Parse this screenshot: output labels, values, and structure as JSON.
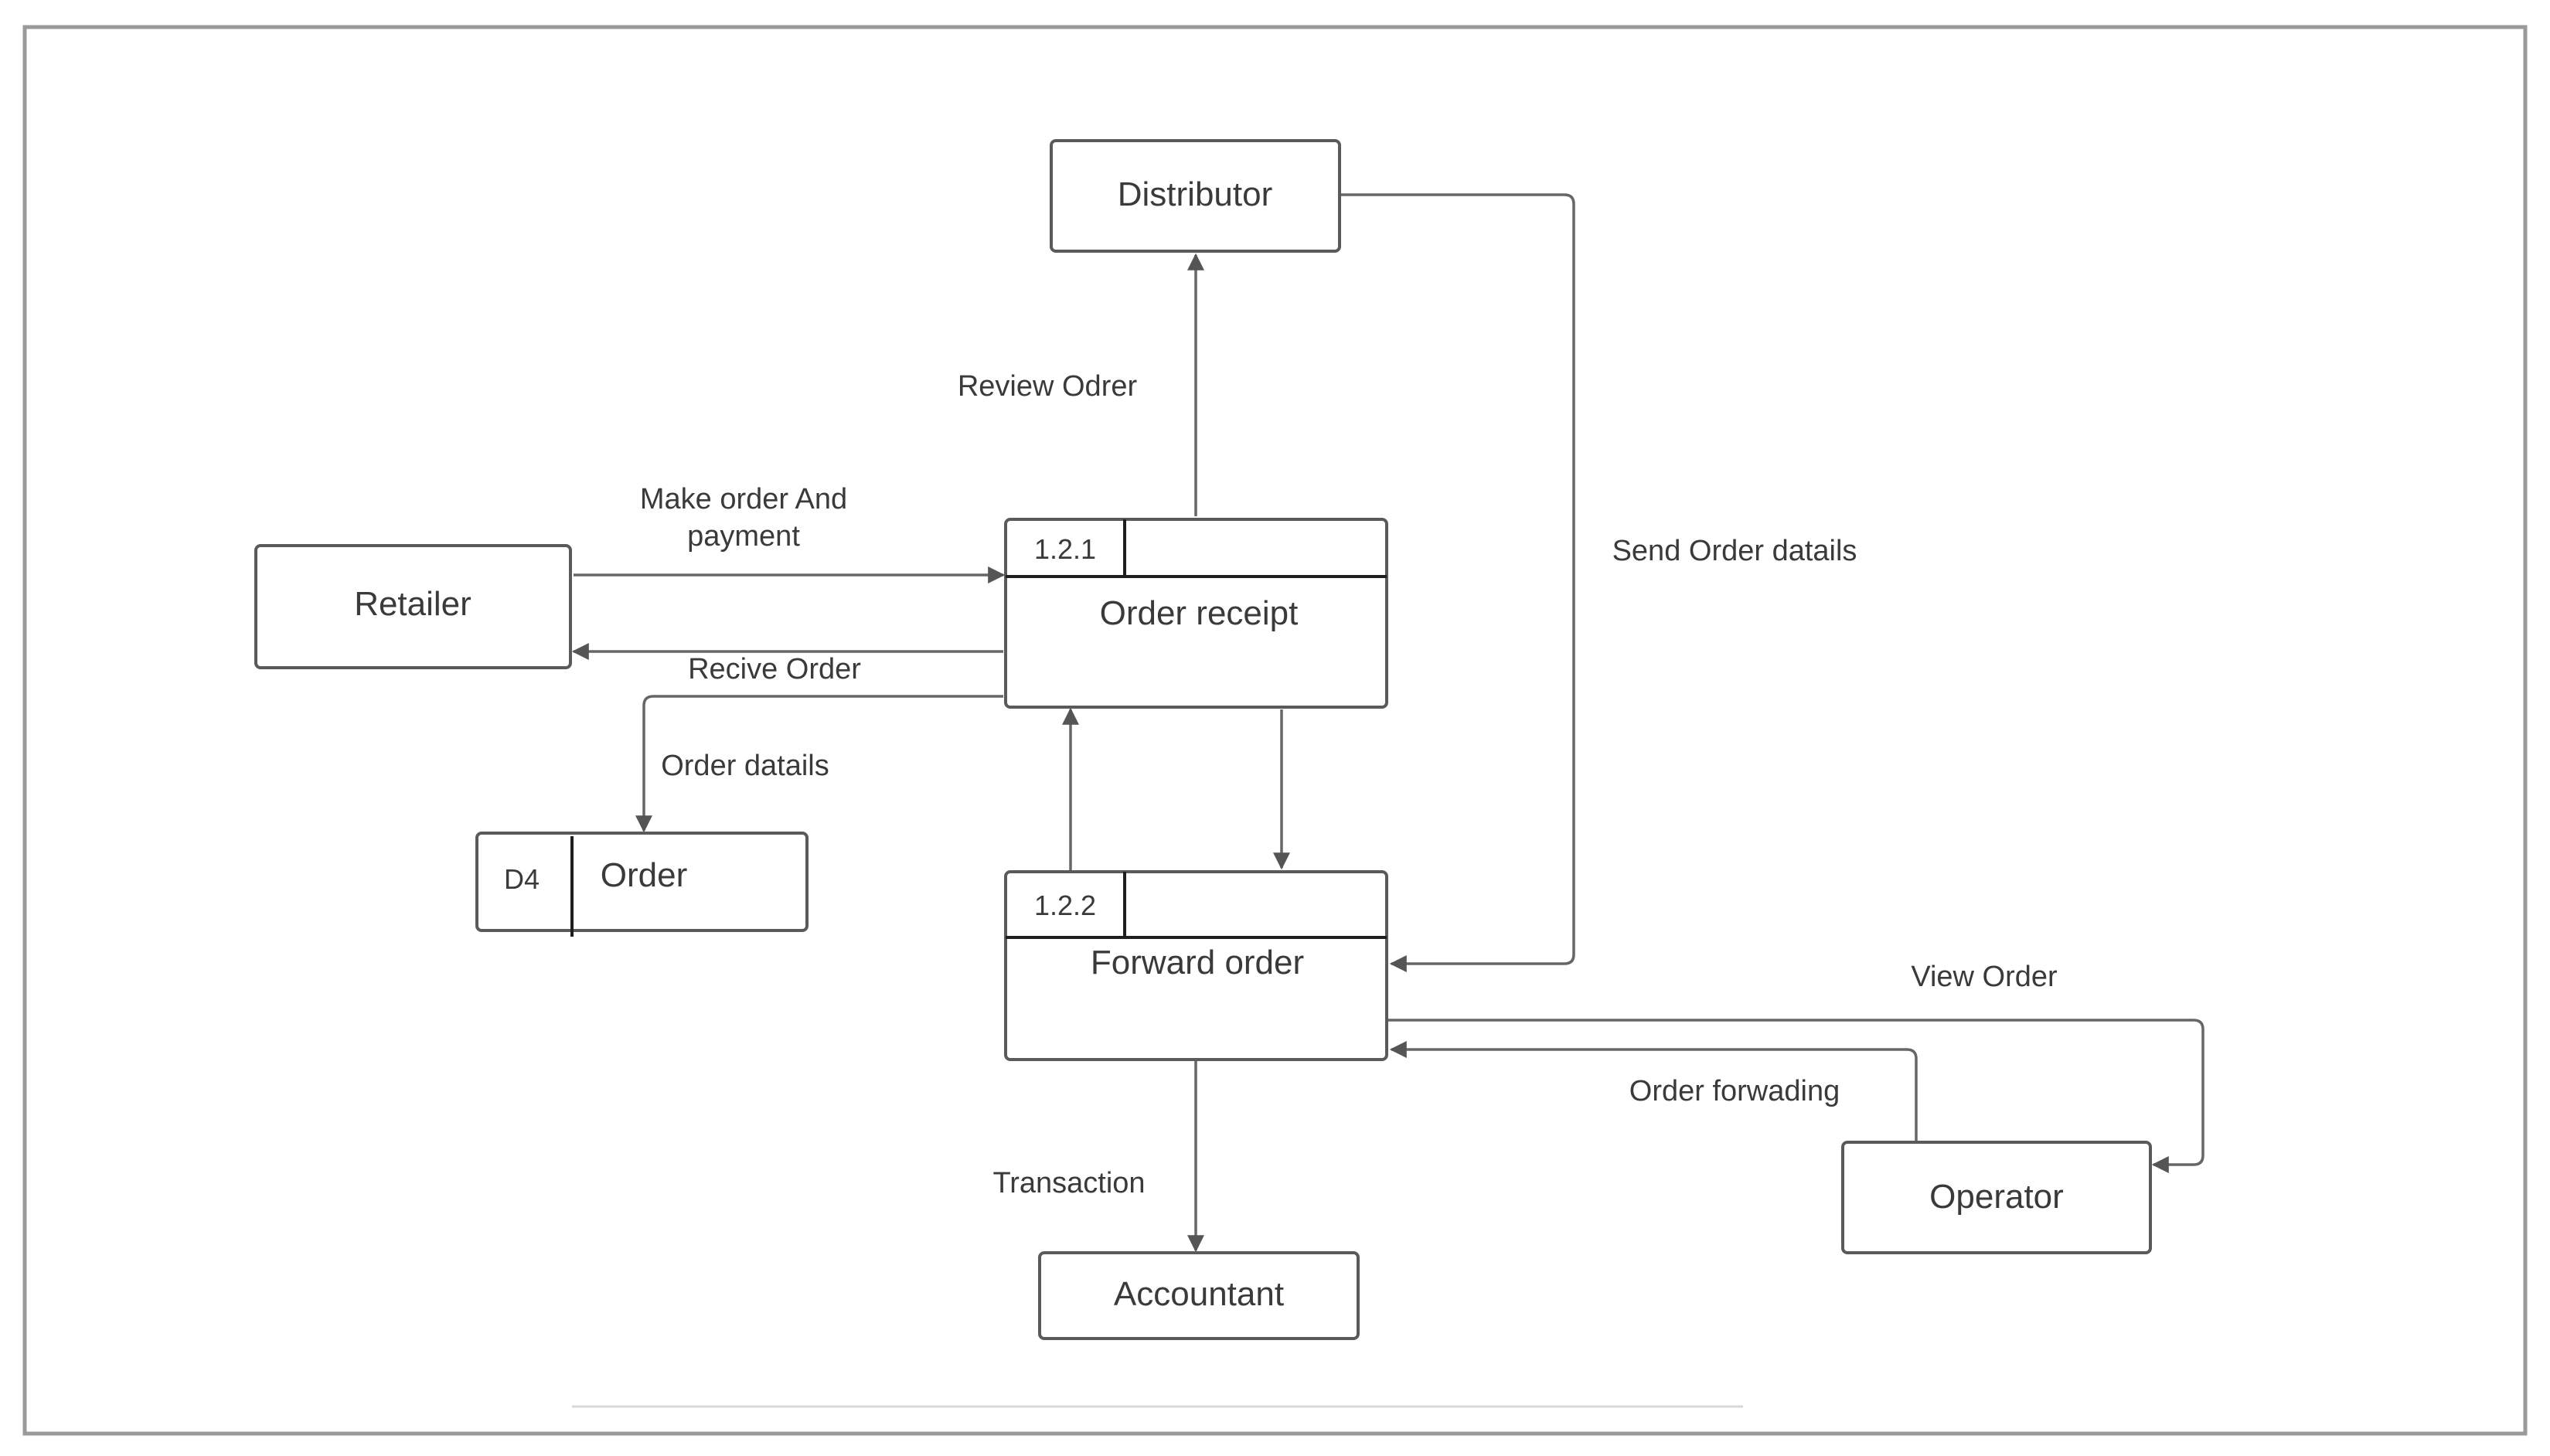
{
  "entities": {
    "distributor": "Distributor",
    "retailer": "Retailer",
    "accountant": "Accountant",
    "operator": "Operator"
  },
  "processes": {
    "order_receipt": {
      "id": "1.2.1",
      "label": "Order receipt"
    },
    "forward_order": {
      "id": "1.2.2",
      "label": "Forward order"
    }
  },
  "data_store": {
    "id": "D4",
    "label": "Order"
  },
  "flows": {
    "review_order": "Review Odrer",
    "make_order_line1": "Make order And",
    "make_order_line2": "payment",
    "recive_order": "Recive Order",
    "order_datails": "Order datails",
    "send_order_datails": "Send Order datails",
    "view_order": "View Order",
    "order_forwading": "Order forwading",
    "transaction": "Transaction"
  },
  "colors": {
    "line": "#666666",
    "box_border": "#5a5a5a",
    "frame": "#9a9a9a",
    "text": "#3a3a3a"
  }
}
